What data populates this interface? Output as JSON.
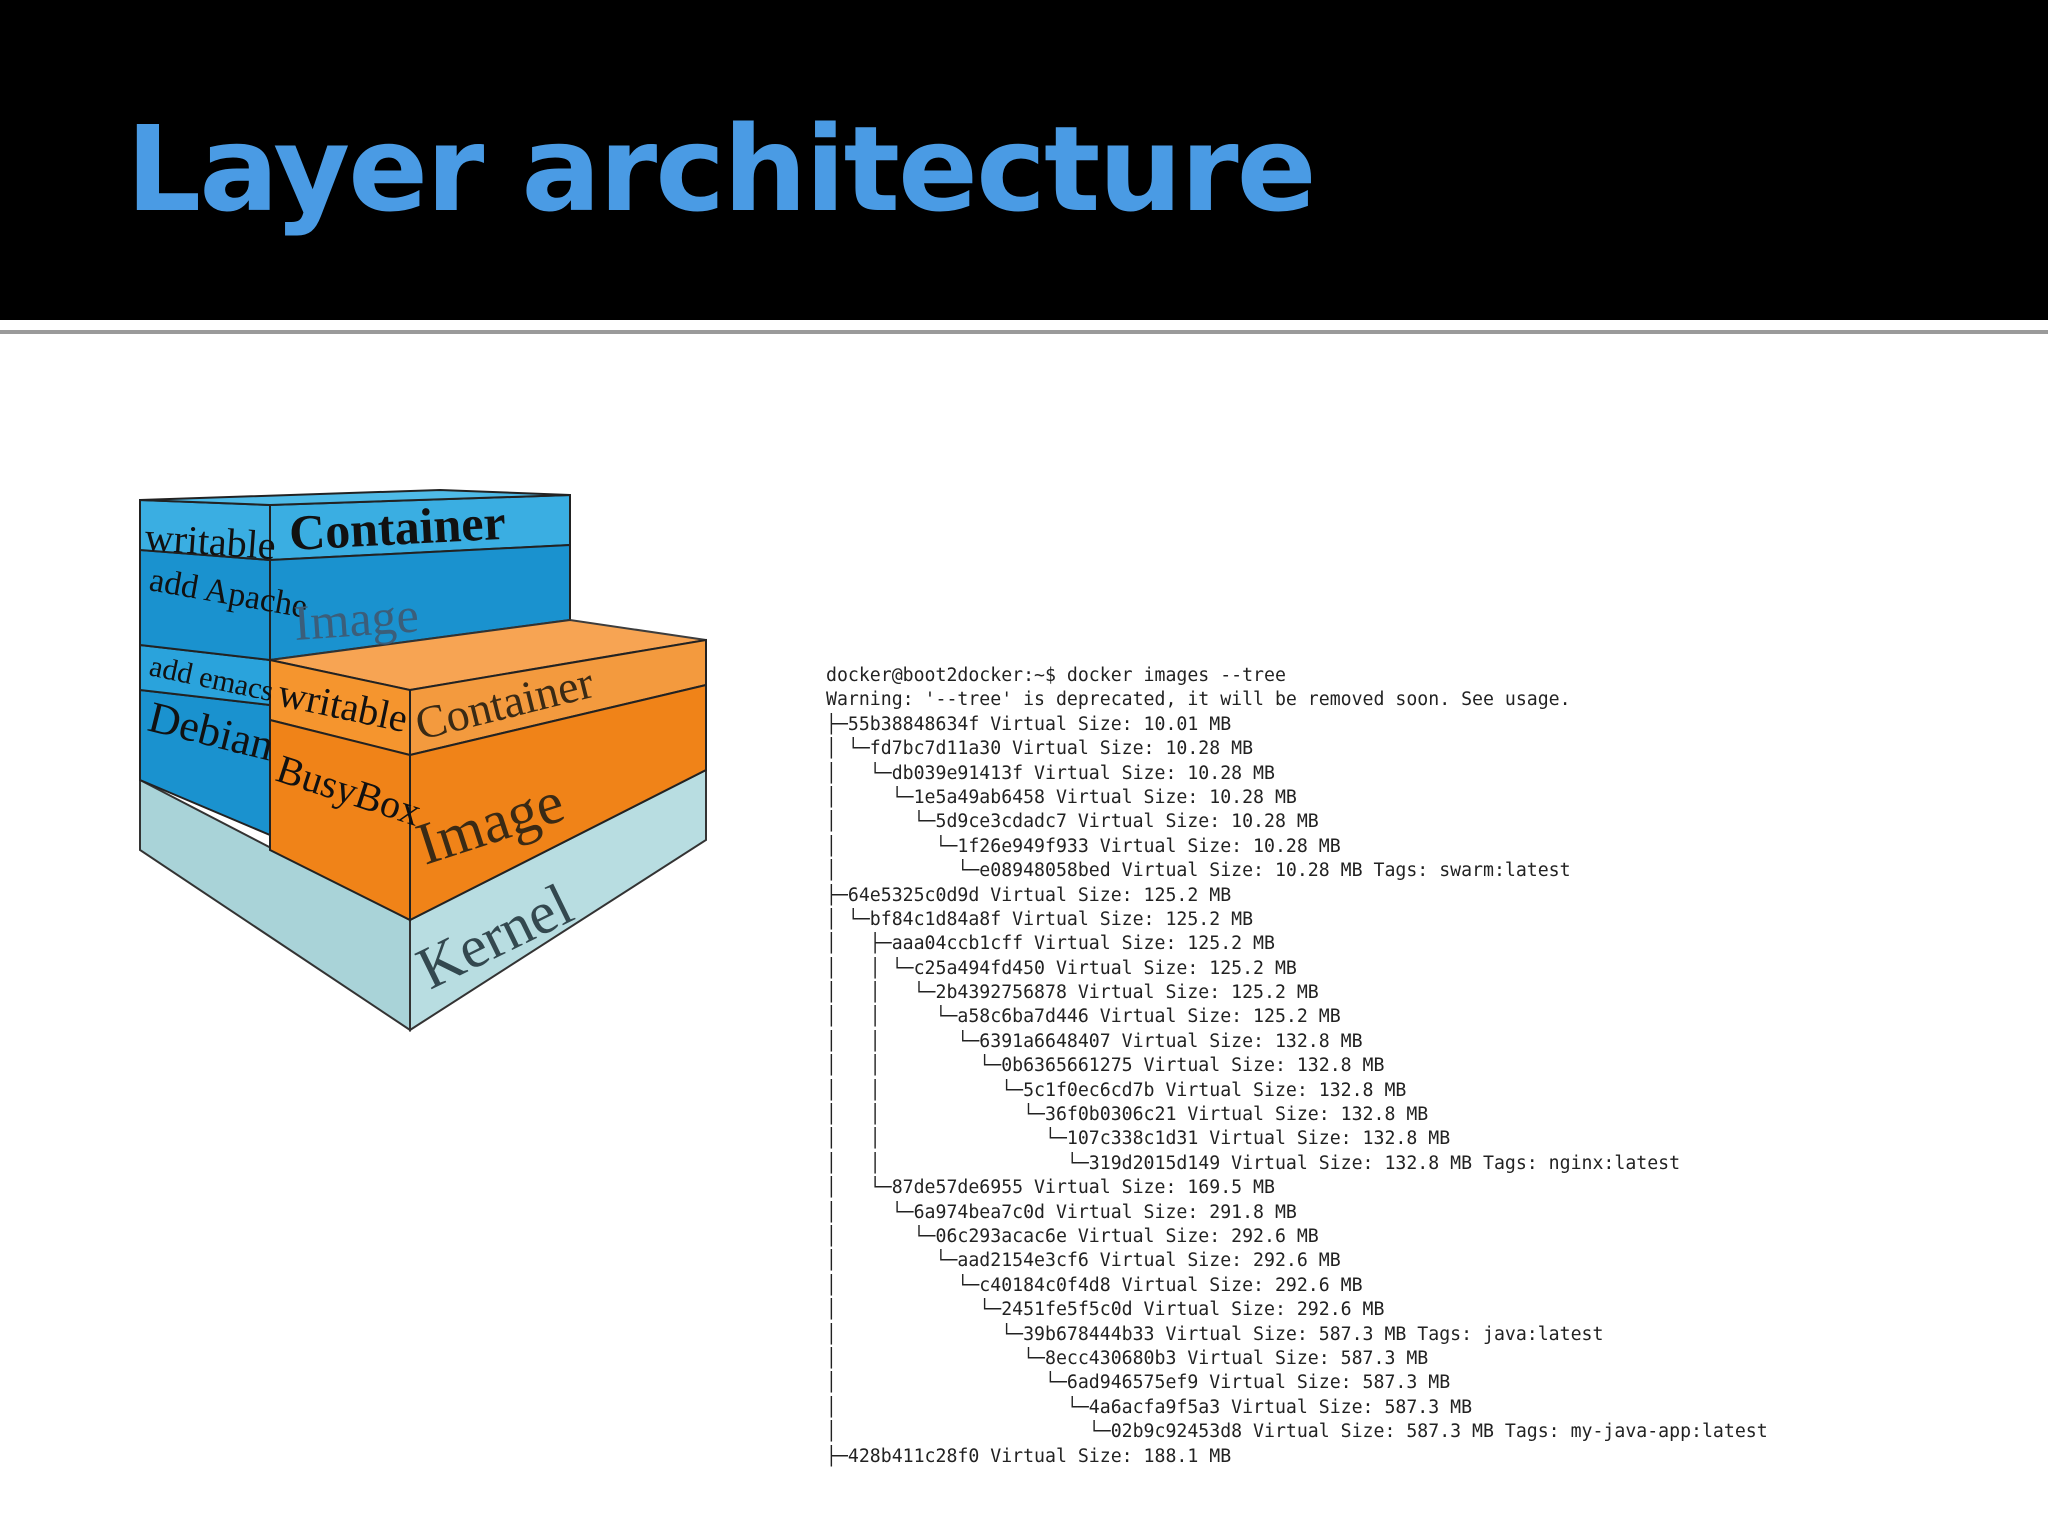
{
  "slide": {
    "title": "Layer architecture"
  },
  "colors": {
    "title": "#4a9be4",
    "blue_top": "#3aaee2",
    "blue_mid": "#1a92cf",
    "orange_front": "#f08318",
    "orange_top": "#f7a04a",
    "kernel_front": "#a9d3d8",
    "kernel_side": "#b8dde1"
  },
  "diagram": {
    "left_stack": {
      "writable": "writable",
      "container": "Container",
      "add_apache": "add Apache",
      "image": "Image",
      "add_emacs": "add emacs",
      "debian": "Debian"
    },
    "right_stack": {
      "writable": "writable",
      "container": "Container",
      "busybox": "BusyBox",
      "image": "Image"
    },
    "kernel": "Kernel"
  },
  "terminal": {
    "lines": [
      "docker@boot2docker:~$ docker images --tree",
      "Warning: '--tree' is deprecated, it will be removed soon. See usage.",
      "├─55b38848634f Virtual Size: 10.01 MB",
      "│ └─fd7bc7d11a30 Virtual Size: 10.28 MB",
      "│   └─db039e91413f Virtual Size: 10.28 MB",
      "│     └─1e5a49ab6458 Virtual Size: 10.28 MB",
      "│       └─5d9ce3cdadc7 Virtual Size: 10.28 MB",
      "│         └─1f26e949f933 Virtual Size: 10.28 MB",
      "│           └─e08948058bed Virtual Size: 10.28 MB Tags: swarm:latest",
      "├─64e5325c0d9d Virtual Size: 125.2 MB",
      "│ └─bf84c1d84a8f Virtual Size: 125.2 MB",
      "│   ├─aaa04ccb1cff Virtual Size: 125.2 MB",
      "│   │ └─c25a494fd450 Virtual Size: 125.2 MB",
      "│   │   └─2b4392756878 Virtual Size: 125.2 MB",
      "│   │     └─a58c6ba7d446 Virtual Size: 125.2 MB",
      "│   │       └─6391a6648407 Virtual Size: 132.8 MB",
      "│   │         └─0b6365661275 Virtual Size: 132.8 MB",
      "│   │           └─5c1f0ec6cd7b Virtual Size: 132.8 MB",
      "│   │             └─36f0b0306c21 Virtual Size: 132.8 MB",
      "│   │               └─107c338c1d31 Virtual Size: 132.8 MB",
      "│   │                 └─319d2015d149 Virtual Size: 132.8 MB Tags: nginx:latest",
      "│   └─87de57de6955 Virtual Size: 169.5 MB",
      "│     └─6a974bea7c0d Virtual Size: 291.8 MB",
      "│       └─06c293acac6e Virtual Size: 292.6 MB",
      "│         └─aad2154e3cf6 Virtual Size: 292.6 MB",
      "│           └─c40184c0f4d8 Virtual Size: 292.6 MB",
      "│             └─2451fe5f5c0d Virtual Size: 292.6 MB",
      "│               └─39b678444b33 Virtual Size: 587.3 MB Tags: java:latest",
      "│                 └─8ecc430680b3 Virtual Size: 587.3 MB",
      "│                   └─6ad946575ef9 Virtual Size: 587.3 MB",
      "│                     └─4a6acfa9f5a3 Virtual Size: 587.3 MB",
      "│                       └─02b9c92453d8 Virtual Size: 587.3 MB Tags: my-java-app:latest",
      "├─428b411c28f0 Virtual Size: 188.1 MB"
    ]
  }
}
